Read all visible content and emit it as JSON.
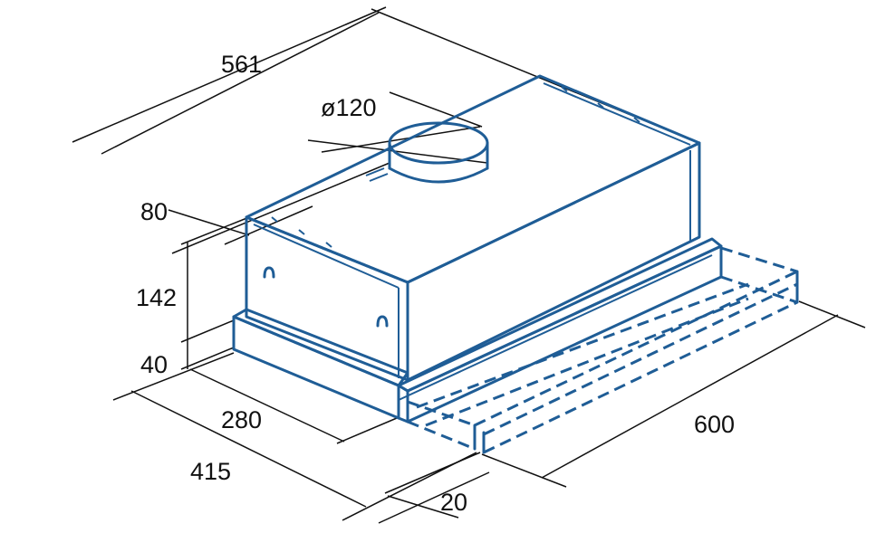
{
  "colors": {
    "body": "#1f5d96",
    "dimension": "#111111",
    "background": "#ffffff"
  },
  "dimensions": {
    "width_top": "561",
    "duct_diameter": "ø120",
    "height_top": "80",
    "height_body": "142",
    "height_base": "40",
    "depth_front": "280",
    "depth_total": "415",
    "width_front": "600",
    "extension": "20"
  }
}
